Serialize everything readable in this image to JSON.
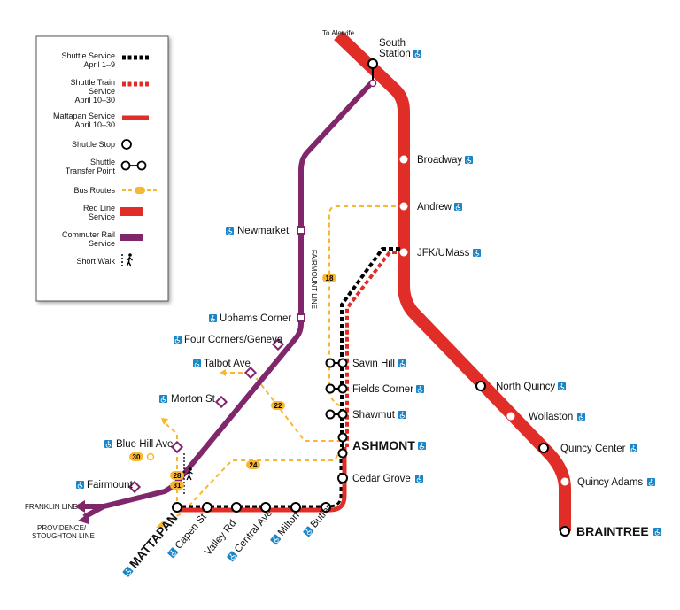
{
  "legend": {
    "shuttle_service": [
      "Shuttle Service",
      "April 1–9"
    ],
    "shuttle_train": [
      "Shuttle Train",
      "Service",
      "April 10–30"
    ],
    "mattapan_service": [
      "Mattapan Service",
      "April 10–30"
    ],
    "shuttle_stop": "Shuttle Stop",
    "transfer_point": [
      "Shuttle",
      "Transfer Point"
    ],
    "bus_routes": "Bus Routes",
    "red_line": [
      "Red Line",
      "Service"
    ],
    "commuter_rail": [
      "Commuter Rail",
      "Service"
    ],
    "short_walk": "Short Walk"
  },
  "colors": {
    "red_line": "#e12d27",
    "commuter_rail": "#80276c",
    "bus": "#f7b731",
    "accessible": "#1a86c8",
    "shuttle": "#000000"
  },
  "icons": {
    "accessible": "accessible-icon",
    "walk": "walking-person-icon"
  },
  "red_line": {
    "to_alewife": "To Alewife",
    "stations": {
      "south_station": [
        "South",
        "Station"
      ],
      "broadway": "Broadway",
      "andrew": "Andrew",
      "jfk": "JFK/UMass",
      "north_quincy": "North Quincy",
      "wollaston": "Wollaston",
      "quincy_center": "Quincy Center",
      "quincy_adams": "Quincy Adams",
      "braintree": "BRAINTREE",
      "savin_hill": "Savin Hill",
      "fields_corner": "Fields Corner",
      "shawmut": "Shawmut",
      "ashmont": "ASHMONT"
    }
  },
  "mattapan_line": {
    "stations": {
      "cedar_grove": "Cedar Grove",
      "butler": "Butler",
      "milton": "Milton",
      "central_ave": "Central Ave",
      "valley_rd": "Valley Rd",
      "capen_st": "Capen St",
      "mattapan": "MATTAPAN"
    }
  },
  "commuter_rail": {
    "line_name": "FAIRMOUNT LINE",
    "franklin": "FRANKLIN LINE",
    "providence": [
      "PROVIDENCE/",
      "STOUGHTON LINE"
    ],
    "stations": {
      "newmarket": "Newmarket",
      "uphams_corner": "Uphams Corner",
      "four_corners": "Four Corners/Geneva",
      "talbot_ave": "Talbot Ave",
      "morton_st": "Morton St",
      "blue_hill_ave": "Blue Hill Ave",
      "fairmount": "Fairmount"
    }
  },
  "bus_routes": [
    "18",
    "22",
    "24",
    "30",
    "28",
    "31"
  ]
}
